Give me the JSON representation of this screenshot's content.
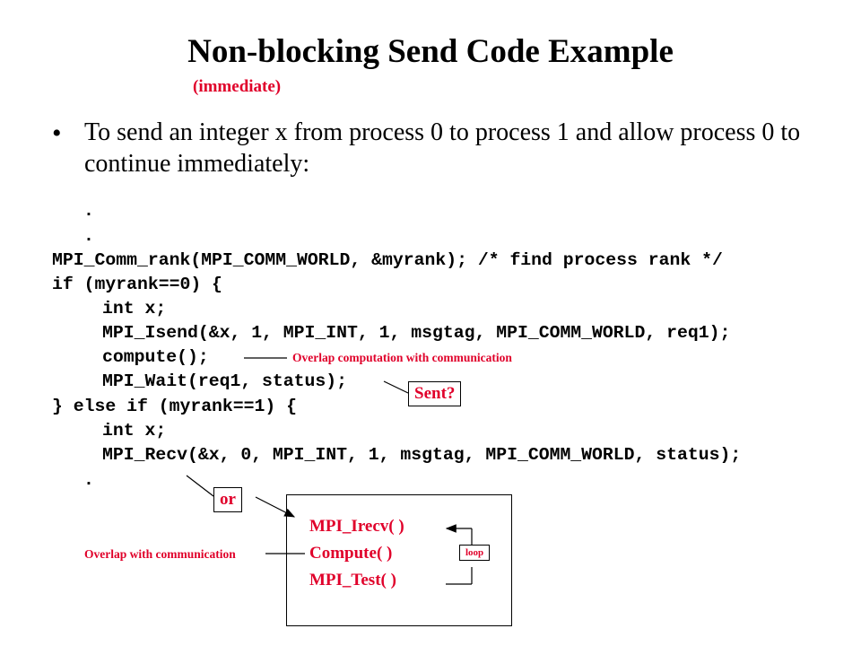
{
  "title": "Non-blocking Send Code Example",
  "subtitle": "(immediate)",
  "bullet": {
    "marker": "•",
    "text": "To send an integer x from process 0 to process 1 and allow process 0 to continue immediately:"
  },
  "code": {
    "lines": [
      ".",
      ".",
      "MPI_Comm_rank(MPI_COMM_WORLD, &myrank); /* find process rank */",
      "if (myrank==0) {",
      "int x;",
      "MPI_Isend(&x, 1, MPI_INT, 1, msgtag, MPI_COMM_WORLD, req1);",
      "compute();",
      "MPI_Wait(req1, status);",
      "} else if (myrank==1) {",
      "int x;",
      "MPI_Recv(&x, 0, MPI_INT, 1, msgtag, MPI_COMM_WORLD, status);",
      "."
    ]
  },
  "annotations": {
    "overlap_computation": "Overlap computation with communication",
    "sent": "Sent?",
    "or": "or",
    "overlap_with_communication": "Overlap with communication",
    "loop": "loop"
  },
  "alt_box": {
    "lines": [
      "MPI_Irecv( )",
      "Compute( )",
      "MPI_Test( )"
    ]
  },
  "colors": {
    "accent": "#e0002a",
    "text": "#000000",
    "background": "#ffffff"
  }
}
